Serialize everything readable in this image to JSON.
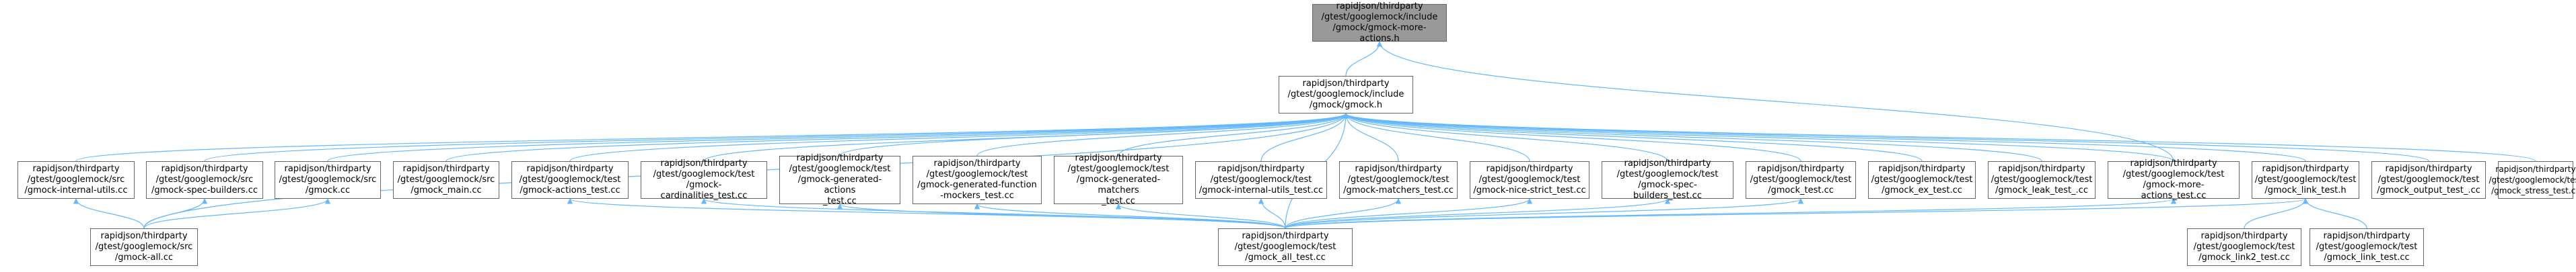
{
  "nodes": {
    "more_actions": "rapidjson/thirdparty\n/gtest/googlemock/include\n/gmock/gmock-more-actions.h",
    "gmock_h": "rapidjson/thirdparty\n/gtest/googlemock/include\n/gmock/gmock.h",
    "internal_utils_cc": "rapidjson/thirdparty\n/gtest/googlemock/src\n/gmock-internal-utils.cc",
    "spec_builders_cc": "rapidjson/thirdparty\n/gtest/googlemock/src\n/gmock-spec-builders.cc",
    "gmock_cc": "rapidjson/thirdparty\n/gtest/googlemock/src\n/gmock.cc",
    "gmock_main_cc": "rapidjson/thirdparty\n/gtest/googlemock/src\n/gmock_main.cc",
    "actions_test": "rapidjson/thirdparty\n/gtest/googlemock/test\n/gmock-actions_test.cc",
    "cardinalities_test": "rapidjson/thirdparty\n/gtest/googlemock/test\n/gmock-cardinalities_test.cc",
    "generated_actions_test": "rapidjson/thirdparty\n/gtest/googlemock/test\n/gmock-generated-actions\n_test.cc",
    "generated_function_mockers_test": "rapidjson/thirdparty\n/gtest/googlemock/test\n/gmock-generated-function\n-mockers_test.cc",
    "generated_matchers_test": "rapidjson/thirdparty\n/gtest/googlemock/test\n/gmock-generated-matchers\n_test.cc",
    "internal_utils_test": "rapidjson/thirdparty\n/gtest/googlemock/test\n/gmock-internal-utils_test.cc",
    "matchers_test": "rapidjson/thirdparty\n/gtest/googlemock/test\n/gmock-matchers_test.cc",
    "nice_strict_test": "rapidjson/thirdparty\n/gtest/googlemock/test\n/gmock-nice-strict_test.cc",
    "spec_builders_test": "rapidjson/thirdparty\n/gtest/googlemock/test\n/gmock-spec-builders_test.cc",
    "gmock_test": "rapidjson/thirdparty\n/gtest/googlemock/test\n/gmock_test.cc",
    "ex_test": "rapidjson/thirdparty\n/gtest/googlemock/test\n/gmock_ex_test.cc",
    "leak_test": "rapidjson/thirdparty\n/gtest/googlemock/test\n/gmock_leak_test_.cc",
    "more_actions_test": "rapidjson/thirdparty\n/gtest/googlemock/test\n/gmock-more-actions_test.cc",
    "link_test_h": "rapidjson/thirdparty\n/gtest/googlemock/test\n/gmock_link_test.h",
    "output_test": "rapidjson/thirdparty\n/gtest/googlemock/test\n/gmock_output_test_.cc",
    "stress_test": "rapidjson/thirdparty\n/gtest/googlemock/test\n/gmock_stress_test.cc",
    "gmock_all_cc": "rapidjson/thirdparty\n/gtest/googlemock/src\n/gmock-all.cc",
    "all_test": "rapidjson/thirdparty\n/gtest/googlemock/test\n/gmock_all_test.cc",
    "link2_test": "rapidjson/thirdparty\n/gtest/googlemock/test\n/gmock_link2_test.cc",
    "link_test_cc": "rapidjson/thirdparty\n/gtest/googlemock/test\n/gmock_link_test.cc"
  },
  "edge_color": "#63b8ff",
  "focus_fill": "#999999",
  "node_border": "#666666"
}
